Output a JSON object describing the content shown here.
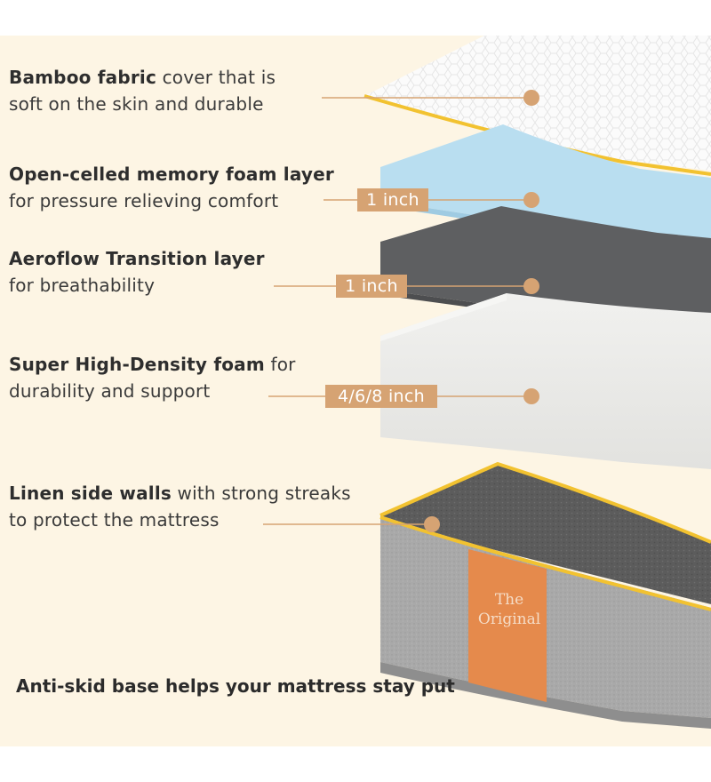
{
  "layers": [
    {
      "id": "bamboo",
      "line1_bold": "Bamboo fabric",
      "line1_rest": " cover that is",
      "line2": "soft on the skin and durable"
    },
    {
      "id": "memory",
      "line1_bold": "Open-celled memory foam layer",
      "line1_rest": "",
      "line2": "for pressure relieving comfort",
      "badge": "1 inch"
    },
    {
      "id": "aeroflow",
      "line1_bold": "Aeroflow Transition layer",
      "line1_rest": "",
      "line2": "for breathability",
      "badge": "1 inch"
    },
    {
      "id": "hdfoam",
      "line1_bold": "Super High-Density foam",
      "line1_rest": " for",
      "line2": "durability and support",
      "badge": "4/6/8 inch"
    },
    {
      "id": "linen",
      "line1_bold": "Linen side walls",
      "line1_rest": " with strong streaks",
      "line2": "to protect the mattress"
    }
  ],
  "footer": "Anti-skid base helps your mattress stay put",
  "tag": {
    "line1": "The",
    "line2": "Original"
  },
  "colors": {
    "background": "#fdf5e4",
    "accent": "#d6a373",
    "zipper": "#f2c230",
    "memory_foam": "#b9def0",
    "aeroflow": "#5e5f61",
    "hd_foam": "#ebebe9",
    "side_wall": "#a9a9a9",
    "tag": "#e58a4c"
  }
}
